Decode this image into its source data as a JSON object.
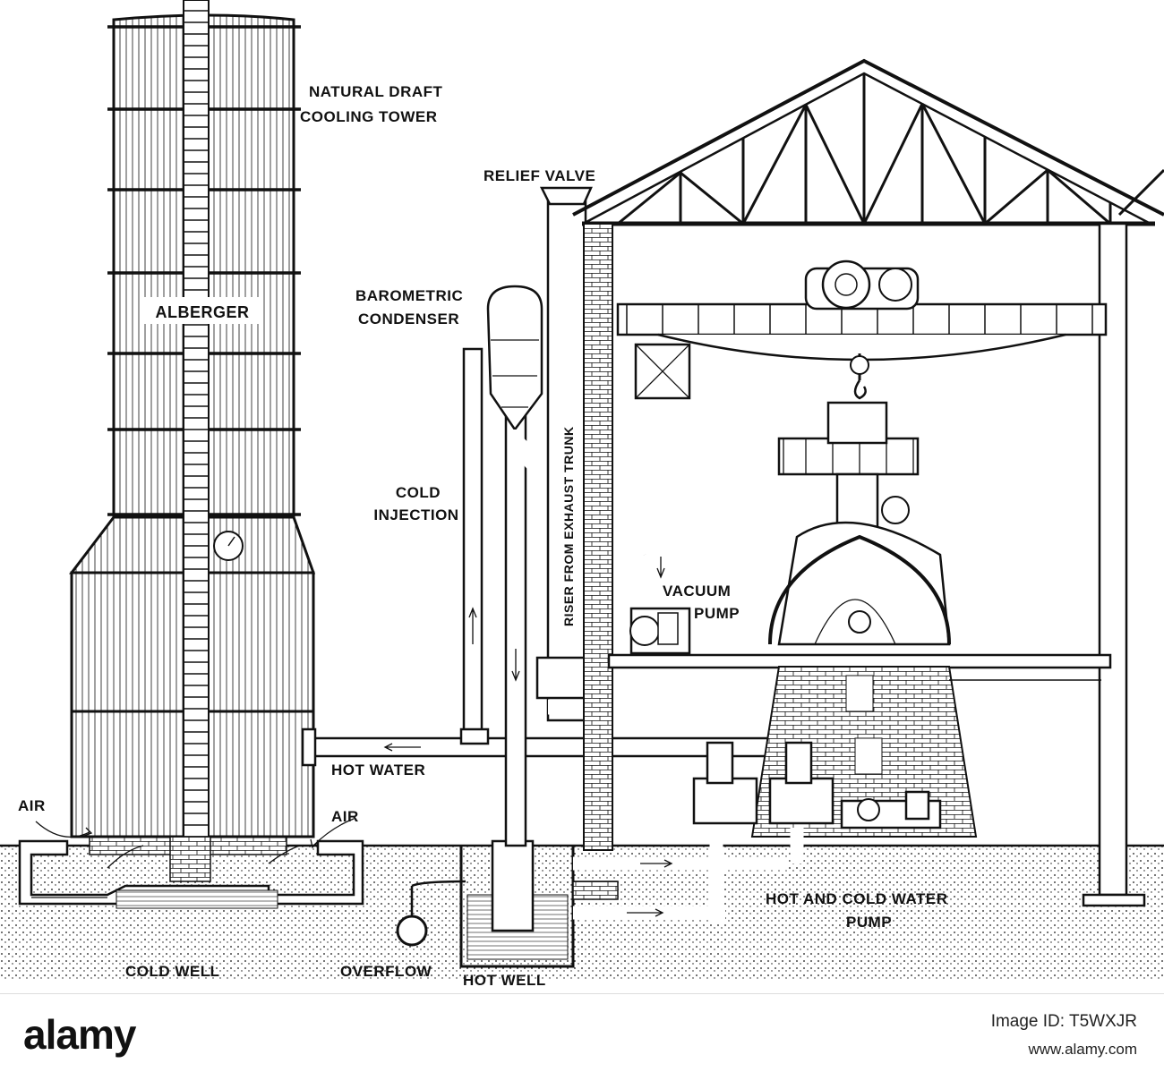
{
  "labels": {
    "tower_line1": "NATURAL DRAFT",
    "tower_line2": "COOLING TOWER",
    "tower_brand": "ALBERGER",
    "relief_valve": "RELIEF VALVE",
    "condenser_line1": "BAROMETRIC",
    "condenser_line2": "CONDENSER",
    "injection_line1": "COLD",
    "injection_line2": "INJECTION",
    "riser": "RISER FROM EXHAUST TRUNK",
    "vacuum_line1": "VACUUM",
    "vacuum_line2": "PUMP",
    "hot_water": "HOT WATER",
    "air_left": "AIR",
    "air_right": "AIR",
    "pump_line1": "HOT AND COLD WATER",
    "pump_line2": "PUMP",
    "cold_well": "COLD WELL",
    "overflow": "OVERFLOW",
    "hot_well": "HOT WELL"
  },
  "footer": {
    "logo": "alamy",
    "image_id": "Image ID: T5WXJR",
    "site": "www.alamy.com"
  }
}
